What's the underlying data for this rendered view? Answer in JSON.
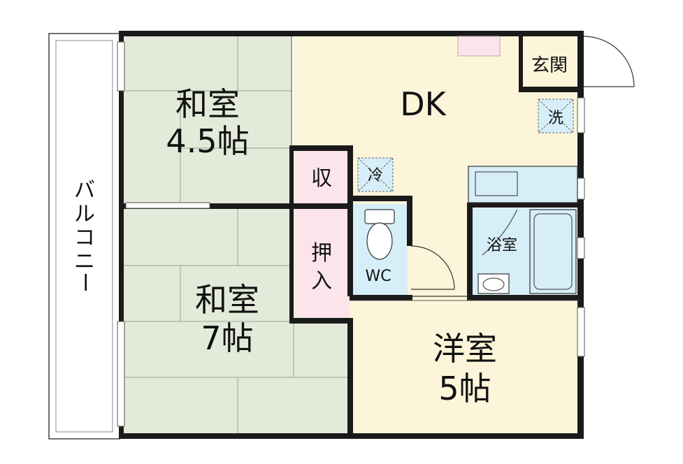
{
  "rooms": {
    "washitsu_small": {
      "name": "和室",
      "size": "4.5帖"
    },
    "washitsu_large": {
      "name": "和室",
      "size": "7帖"
    },
    "dk": {
      "name": "DK"
    },
    "youshitsu": {
      "name": "洋室",
      "size": "5帖"
    },
    "wc": {
      "name": "WC"
    },
    "bath": {
      "name": "浴室"
    },
    "entrance": {
      "name": "玄関"
    }
  },
  "storage": {
    "shuu": "収",
    "oshiire_1": "押",
    "oshiire_2": "入"
  },
  "fixtures": {
    "fridge": "冷",
    "washer": "洗"
  },
  "balcony": {
    "chars": [
      "バ",
      "ル",
      "コ",
      "ニ",
      "ー"
    ]
  },
  "colors": {
    "tatami": "#e3ead9",
    "dk_floor": "#fdf5d9",
    "closet": "#fbe4ea",
    "wet_area": "#d6eef8",
    "wall": "#1a1a1a"
  }
}
